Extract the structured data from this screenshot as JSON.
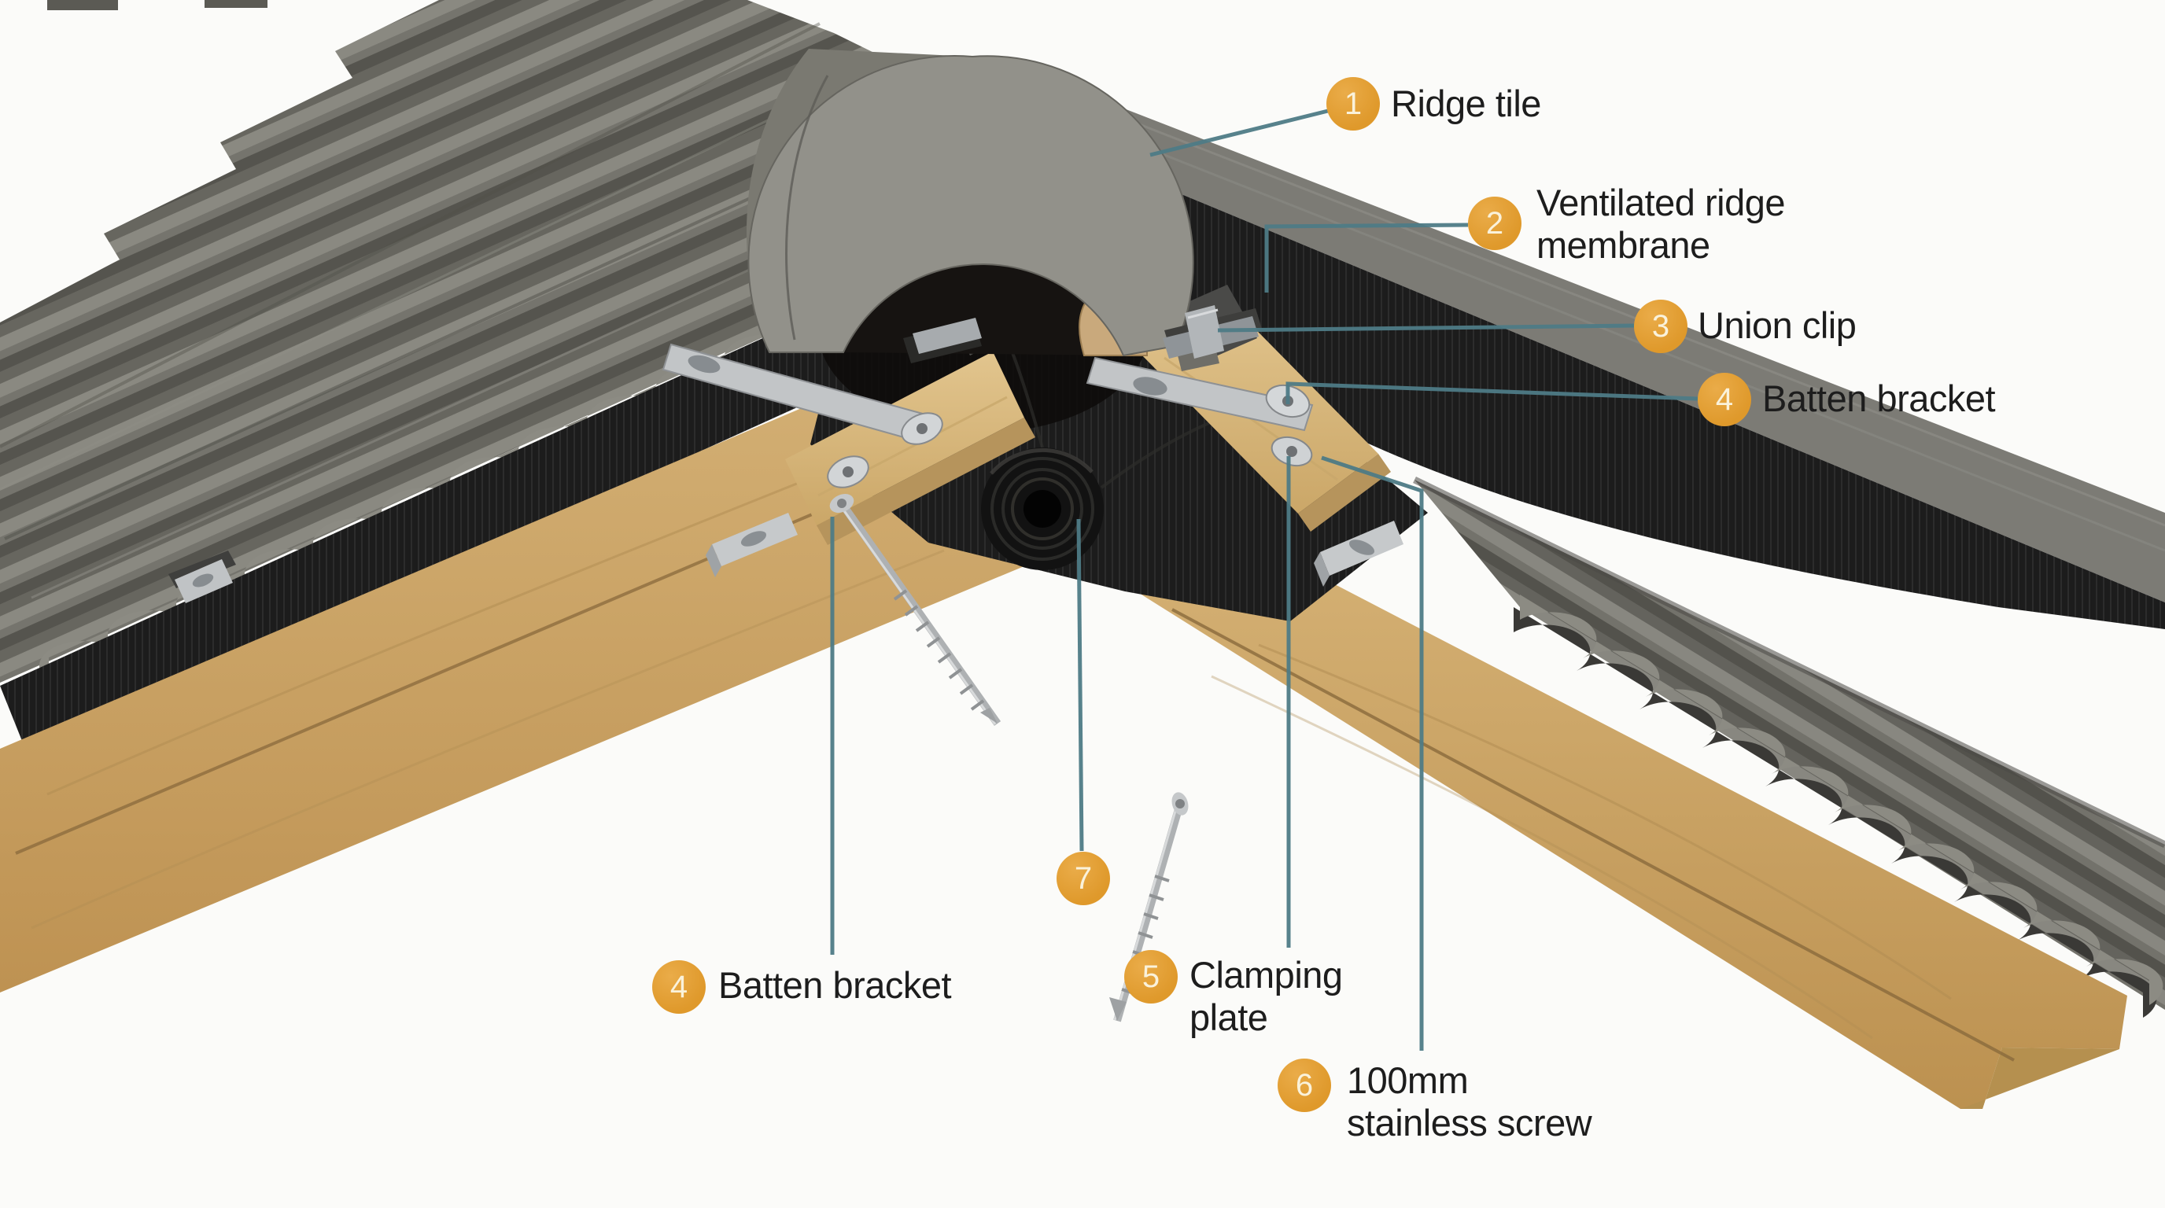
{
  "figure": {
    "title_hint": "roof ridge system cutaway diagram",
    "background_color": "#FBFBF9",
    "badge": {
      "fill": "#DF992B",
      "number_color": "#FAF2DB"
    },
    "leader_color": "#4E7B86",
    "label_color": "#1D1D1D",
    "callouts": {
      "c1": {
        "number": "1",
        "line1": "Ridge tile"
      },
      "c2": {
        "number": "2",
        "line1": "Ventilated ridge",
        "line2": "membrane"
      },
      "c3": {
        "number": "3",
        "line1": "Union clip"
      },
      "c4r": {
        "number": "4",
        "line1": "Batten bracket"
      },
      "c4b": {
        "number": "4",
        "line1": "Batten bracket"
      },
      "c5": {
        "number": "5",
        "line1": "Clamping",
        "line2": "plate"
      },
      "c6": {
        "number": "6",
        "line1": "100mm",
        "line2": "stainless screw"
      },
      "c7": {
        "number": "7"
      }
    }
  }
}
